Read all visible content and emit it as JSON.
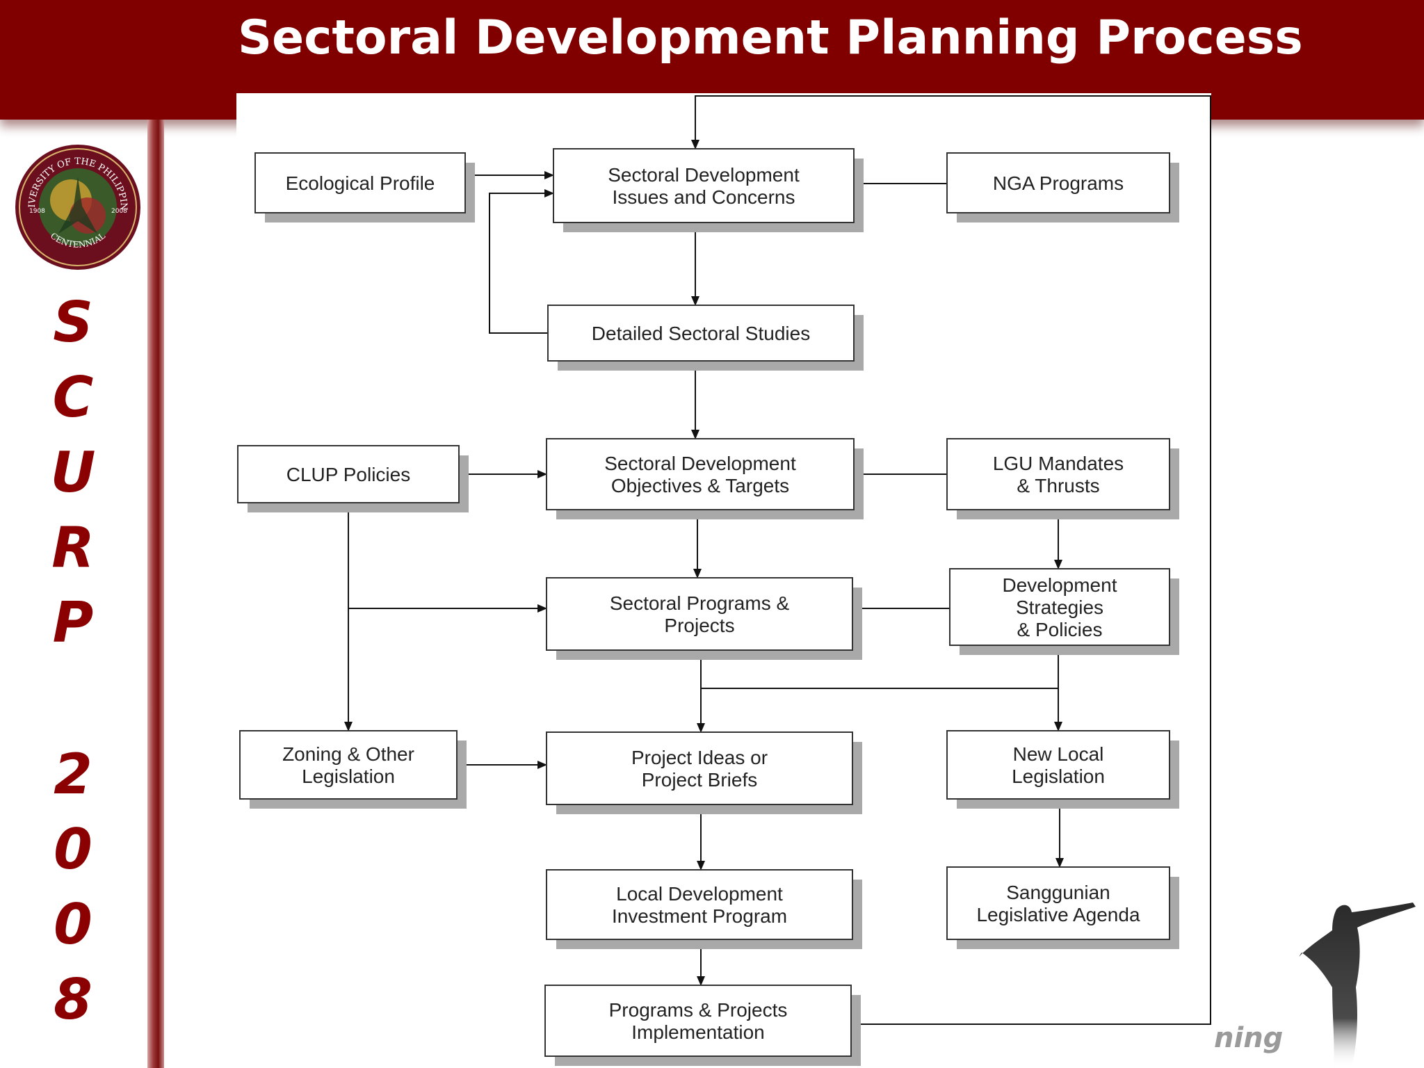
{
  "slide": {
    "title": "Sectoral Development Planning Process",
    "footer_fragment": "ning"
  },
  "sidebar": {
    "code_letters": [
      "S",
      "C",
      "U",
      "R",
      "P",
      "2",
      "0",
      "0",
      "8"
    ],
    "seal_text_top": "UNIVERSITY OF THE PHILIPPINES",
    "seal_text_bottom": "CENTENNIAL",
    "seal_year_left": "1908",
    "seal_year_right": "2008"
  },
  "colors": {
    "header": "#800000",
    "sidebar_text": "#8b0000",
    "box_border": "#333333",
    "box_shadow": "#a9a9a9"
  },
  "flowchart": {
    "nodes": {
      "ecological_profile": [
        "Ecological Profile"
      ],
      "issues_concerns": [
        "Sectoral Development",
        "Issues and Concerns"
      ],
      "nga_programs": [
        "NGA Programs"
      ],
      "detailed_studies": [
        "Detailed Sectoral Studies"
      ],
      "clup_policies": [
        "CLUP Policies"
      ],
      "objectives_targets": [
        "Sectoral Development",
        "Objectives & Targets"
      ],
      "lgu_mandates": [
        "LGU Mandates",
        "& Thrusts"
      ],
      "programs_projects": [
        "Sectoral Programs &",
        "Projects"
      ],
      "dev_strategies": [
        "Development",
        "Strategies",
        "& Policies"
      ],
      "zoning_legislation": [
        "Zoning & Other",
        "Legislation"
      ],
      "project_ideas": [
        "Project Ideas or",
        "Project Briefs"
      ],
      "new_local_legislation": [
        "New Local",
        "Legislation"
      ],
      "ldip": [
        "Local Development",
        "Investment Program"
      ],
      "sanggunian_agenda": [
        "Sanggunian",
        "Legislative Agenda"
      ],
      "implementation": [
        "Programs & Projects",
        "Implementation"
      ]
    },
    "edges": [
      {
        "from": "implementation",
        "to": "issues_concerns",
        "kind": "feedback-loop"
      },
      {
        "from": "ecological_profile",
        "to": "issues_concerns"
      },
      {
        "from": "nga_programs",
        "to": "issues_concerns"
      },
      {
        "from": "issues_concerns",
        "to": "detailed_studies"
      },
      {
        "from": "detailed_studies",
        "to": "issues_concerns",
        "kind": "feedback"
      },
      {
        "from": "detailed_studies",
        "to": "objectives_targets"
      },
      {
        "from": "clup_policies",
        "to": "objectives_targets"
      },
      {
        "from": "lgu_mandates",
        "to": "objectives_targets"
      },
      {
        "from": "objectives_targets",
        "to": "programs_projects"
      },
      {
        "from": "lgu_mandates",
        "to": "dev_strategies"
      },
      {
        "from": "clup_policies",
        "to": "programs_projects"
      },
      {
        "from": "dev_strategies",
        "to": "programs_projects"
      },
      {
        "from": "clup_policies",
        "to": "zoning_legislation"
      },
      {
        "from": "programs_projects",
        "to": "project_ideas"
      },
      {
        "from": "programs_projects",
        "to": "new_local_legislation"
      },
      {
        "from": "dev_strategies",
        "to": "project_ideas"
      },
      {
        "from": "dev_strategies",
        "to": "new_local_legislation"
      },
      {
        "from": "zoning_legislation",
        "to": "project_ideas"
      },
      {
        "from": "project_ideas",
        "to": "ldip"
      },
      {
        "from": "new_local_legislation",
        "to": "sanggunian_agenda"
      },
      {
        "from": "ldip",
        "to": "implementation"
      }
    ]
  }
}
